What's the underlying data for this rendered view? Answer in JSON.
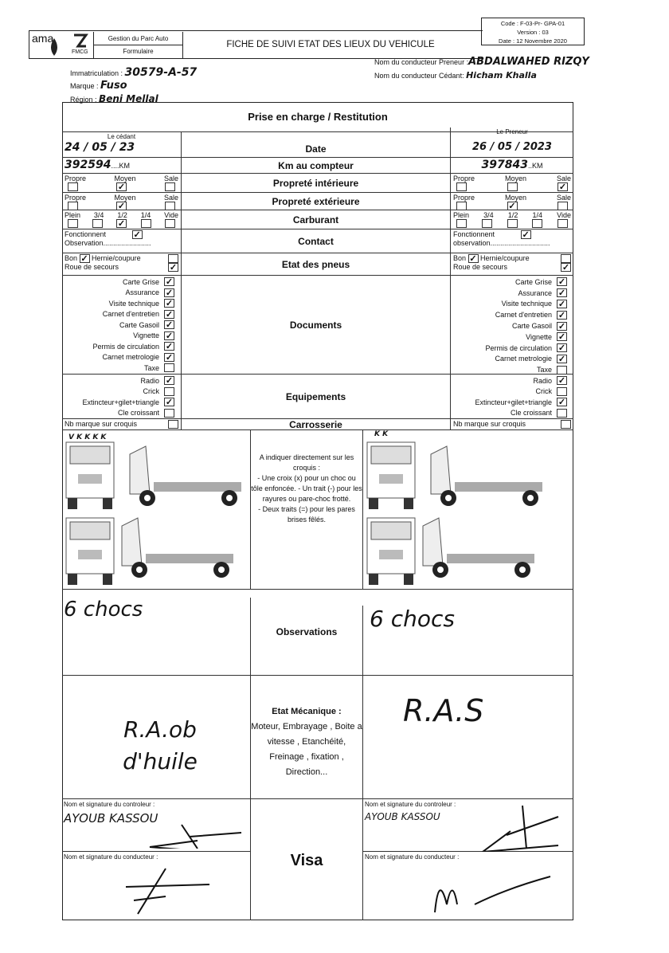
{
  "header": {
    "logo_text": "ama",
    "logo_sub": "FMCG",
    "dept": "Gestion du Parc Auto",
    "doc_type": "Formulaire",
    "title": "FICHE DE SUIVI ETAT DES LIEUX DU VEHICULE",
    "code": "Code : F-03-Pr- GPA-01",
    "version": "Version : 03",
    "date": "Date : 12 Novembre 2020"
  },
  "vehicle": {
    "immat_label": "Immatriculation :",
    "immat": "30579-A-57",
    "marque_label": "Marque :",
    "marque": "Fuso",
    "region_label": "Région :",
    "region": "Beni Mellal",
    "preneur_label": "Nom du conducteur Preneur :",
    "preneur": "ABDALWAHED RIZQY",
    "cedant_label": "Nom du conducteur Cédant:",
    "cedant": "Hicham Khalla"
  },
  "table": {
    "title": "Prise en charge / Restitution",
    "left_header": "Le cédant",
    "right_header": "Le Preneur",
    "rows": {
      "date": "Date",
      "km": "Km au compteur",
      "prop_int": "Propreté intérieure",
      "prop_ext": "Propreté extérieure",
      "carburant": "Carburant",
      "contact": "Contact",
      "pneus": "Etat des pneus",
      "documents": "Documents",
      "equipements": "Equipements",
      "carrosserie": "Carrosserie"
    },
    "left": {
      "date": "24 / 05 / 23",
      "km": "392594",
      "km_unit": "KM",
      "prop_int": "Moyen",
      "prop_ext": "Moyen",
      "carburant": "1/2",
      "contact": "Fonctionnent",
      "observation": "Observation........................",
      "pneus": "Bon",
      "roue": "Roue de secours",
      "nb_marque": "Nb marque sur croquis"
    },
    "right": {
      "date": "26 / 05 / 2023",
      "km": "397843",
      "km_unit": "KM",
      "prop_int": "Sale",
      "prop_ext": "Moyen",
      "carburant": "",
      "contact": "Fonctionnent",
      "observation": "observation..............................",
      "pneus": "Bon",
      "roue": "Roue de secours",
      "nb_marque": "Nb marque sur croquis"
    },
    "prop_options": [
      "Propre",
      "Moyen",
      "Sale"
    ],
    "fuel_options": [
      "Plein",
      "3/4",
      "1/2",
      "1/4",
      "Vide"
    ],
    "pneus_options": [
      "Bon",
      "Hernie/coupure"
    ],
    "documents": [
      {
        "label": "Carte Grise",
        "left": true,
        "right": true
      },
      {
        "label": "Assurance",
        "left": true,
        "right": true
      },
      {
        "label": "Visite technique",
        "left": true,
        "right": true
      },
      {
        "label": "Carnet d'entretien",
        "left": true,
        "right": true
      },
      {
        "label": "Carte Gasoil",
        "left": true,
        "right": true
      },
      {
        "label": "Vignette",
        "left": true,
        "right": true
      },
      {
        "label": "Permis de circulation",
        "left": true,
        "right": true
      },
      {
        "label": "Carnet metrologie",
        "left": true,
        "right": true
      },
      {
        "label": "Taxe",
        "left": false,
        "right": false
      }
    ],
    "equipements": [
      {
        "label": "Radio",
        "left": true,
        "right": true
      },
      {
        "label": "Crick",
        "left": false,
        "right": false
      },
      {
        "label": "Extincteur+gilet+triangle",
        "left": true,
        "right": true
      },
      {
        "label": "Cle croissant",
        "left": false,
        "right": false
      }
    ]
  },
  "croquis": {
    "instructions": [
      "A indiquer directement sur les croquis :",
      "- Une croix (x) pour un choc ou tôle enfoncée.   - Un trait (-) pour les rayures ou pare-choc frotté.",
      "- Deux traits (=) pour les pares brises fêlés."
    ],
    "left_marks": "V  K  K  K  K",
    "right_marks": "K  K"
  },
  "observations": {
    "label": "Observations",
    "left": "6 chocs",
    "right": "6 chocs"
  },
  "mecanique": {
    "label": "Etat Mécanique  :",
    "detail": "Moteur, Embrayage , Boite a vitesse , Etanchéité, Freinage , fixation , Direction...",
    "left": "R.A.ob d'huile",
    "right": "R.A.S"
  },
  "signatures": {
    "controleur_label": "Nom et signature du controleur :",
    "conducteur_label": "Nom et signature du conducteur :",
    "visa": "Visa",
    "left_controleur": "AYOUB KASSOU",
    "right_controleur": "AYOUB KASSOU"
  }
}
